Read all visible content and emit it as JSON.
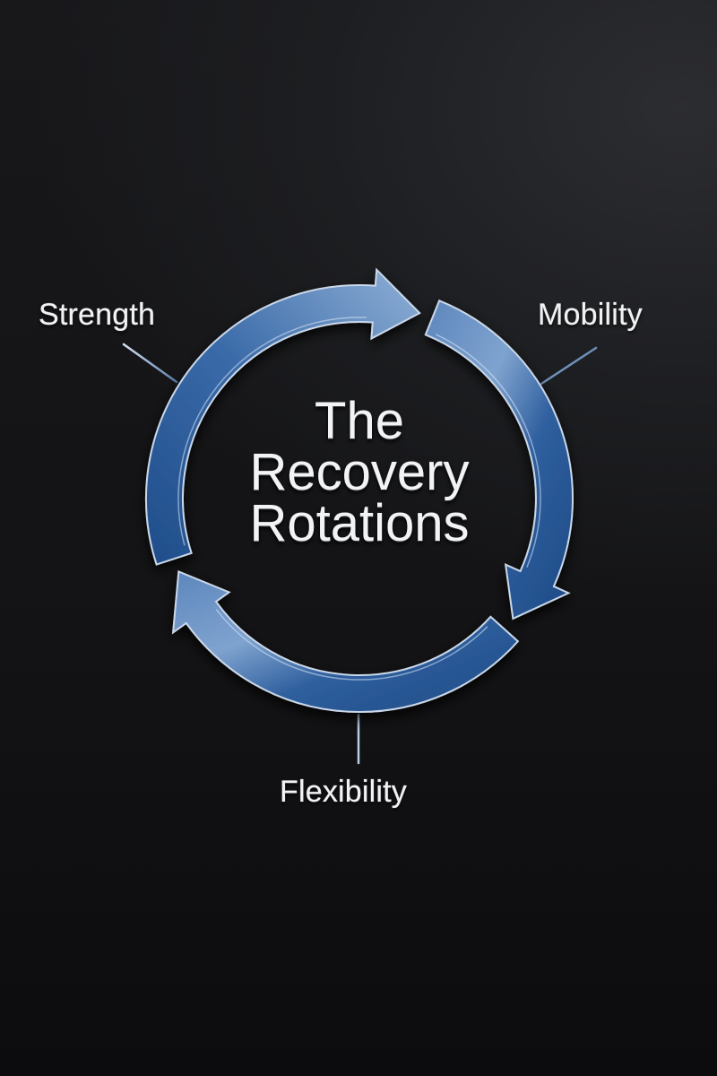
{
  "diagram": {
    "type": "cycle",
    "title_lines": [
      "The",
      "Recovery",
      "Rotations"
    ],
    "stages": [
      {
        "id": "strength",
        "label": "Strength",
        "position": "upper-left"
      },
      {
        "id": "mobility",
        "label": "Mobility",
        "position": "upper-right"
      },
      {
        "id": "flexibility",
        "label": "Flexibility",
        "position": "bottom"
      }
    ],
    "flow_direction": "clockwise",
    "arrow_count": 3
  },
  "colors": {
    "background": "#141416",
    "ring_blue": "#2f5f9e",
    "ring_highlight": "#a9c3e0",
    "text": "#f1f2f4"
  }
}
